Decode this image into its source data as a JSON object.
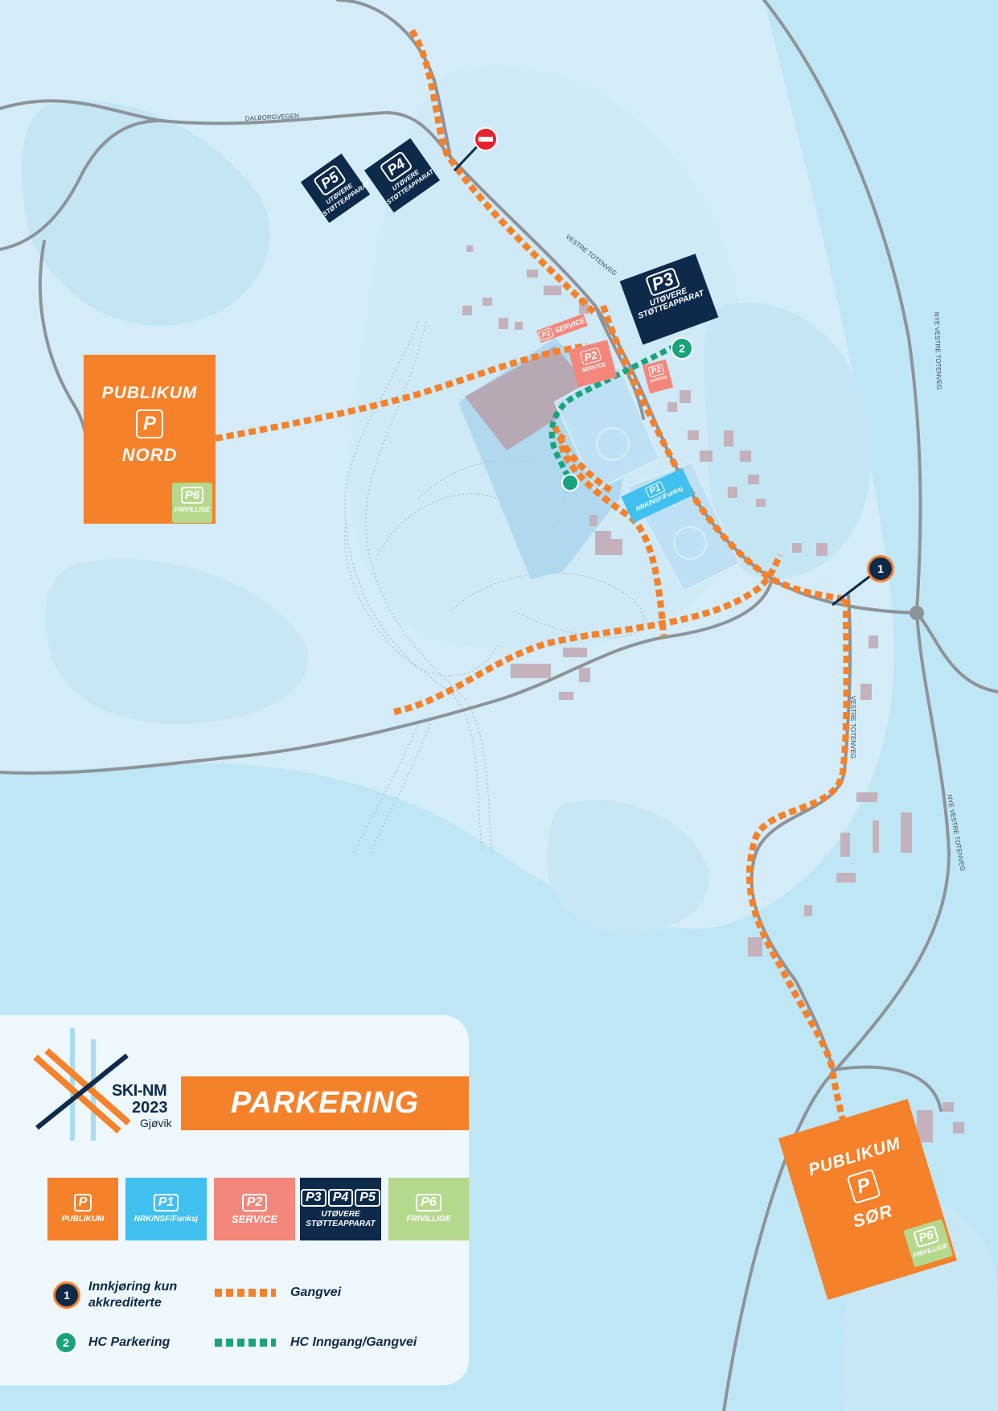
{
  "legend": {
    "logo_title": "SKI-NM",
    "logo_year": "2023",
    "logo_city": "Gjøvik",
    "title": "PARKERING",
    "swatches": [
      {
        "badge": "P",
        "label": "PUBLIKUM",
        "color": "#f5812a"
      },
      {
        "badge": "P1",
        "label": "NRK/NSF/Funksj",
        "color": "#40c0ef"
      },
      {
        "badge": "P2",
        "label": "SERVICE",
        "color": "#f4867b"
      },
      {
        "badges": [
          "P3",
          "P4",
          "P5"
        ],
        "label_line1": "UTØVERE",
        "label_line2": "STØTTEAPPARAT",
        "color": "#0d2a4a"
      },
      {
        "badge": "P6",
        "label": "FRIVILLIGE",
        "color": "#b4d98c"
      }
    ],
    "items": {
      "accredited_number": "1",
      "accredited_line1": "Innkjøring kun",
      "accredited_line2": "akkrediterte",
      "footpath": "Gangvei",
      "hc_number": "2",
      "hc_parking": "HC Parkering",
      "hc_path": "HC Inngang/Gangvei"
    }
  },
  "roads": {
    "dalborgvegen": "DALBORGVEGEN",
    "vestre_toten_north": "VESTRE TOTENVEG",
    "vestre_toten_south": "VESTRE TOTENVEG",
    "nye_vestre_1": "NYE VESTRE TOTENVEG",
    "nye_vestre_2": "NYE VESTRE TOTENVEG"
  },
  "parking": {
    "nord": {
      "name": "PUBLIKUM",
      "p": "P",
      "dir": "NORD"
    },
    "sor": {
      "name": "PUBLIKUM",
      "p": "P",
      "dir": "SØR"
    },
    "p6": {
      "badge": "P6",
      "label": "FRIVILLIGE"
    },
    "p3": {
      "badge": "P3",
      "line1": "UTØVERE",
      "line2": "STØTTEAPPARAT"
    },
    "p4": {
      "badge": "P4",
      "line1": "UTØVERE",
      "line2": "STØTTEAPPARAT"
    },
    "p5": {
      "badge": "P5",
      "line1": "UTØVERE",
      "line2": "STØTTEAPPARAT"
    },
    "p2_main": {
      "badge": "P2",
      "label": "SERVICE"
    },
    "p2_small": {
      "badge": "P2",
      "label": "SERVICE"
    },
    "p2_tag": {
      "badge": "P2",
      "label": "SERVICE"
    },
    "p1": {
      "badge": "P1",
      "label": "NRK/NSF/Funksj"
    }
  },
  "markers": {
    "entry": "1",
    "hc": "2"
  },
  "colors": {
    "water": "#bfe6f5",
    "land": "#d3ecf7",
    "public": "#f5812a",
    "p1": "#40c0ef",
    "p2": "#f4867b",
    "athletes": "#0d2a4a",
    "volunteers": "#b4d98c",
    "hc": "#1aa37a",
    "road": "#8e9399"
  }
}
